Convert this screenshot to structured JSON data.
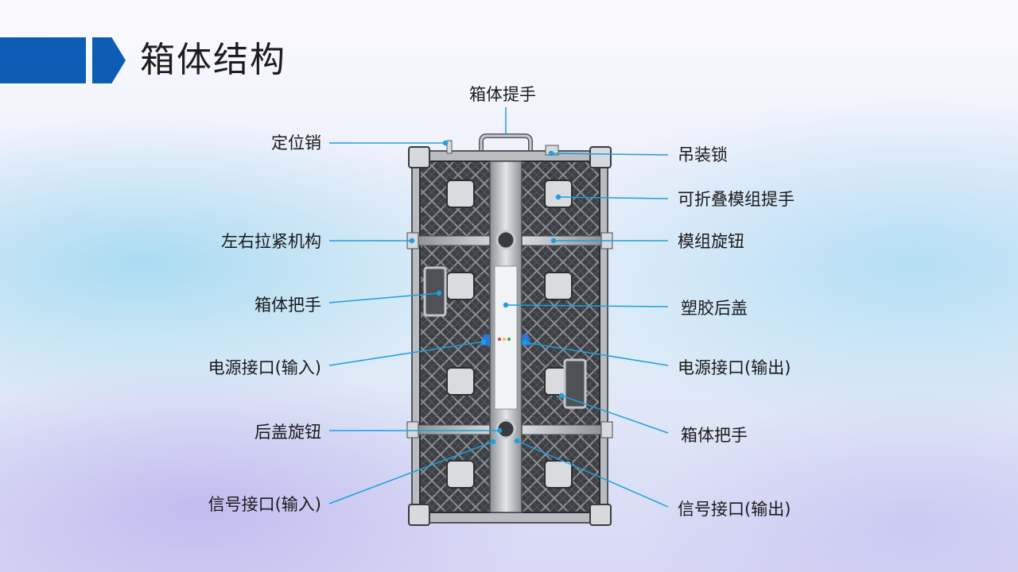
{
  "header": {
    "title": "箱体结构"
  },
  "labels": {
    "top": "箱体提手",
    "left": [
      "定位销",
      "左右拉紧机构",
      "箱体把手",
      "电源接口(输入)",
      "后盖旋钮",
      "信号接口(输入)"
    ],
    "right": [
      "吊装锁",
      "可折叠模组提手",
      "模组旋钮",
      "塑胶后盖",
      "电源接口(输出)",
      "箱体把手",
      "信号接口(输出)"
    ]
  },
  "colors": {
    "accent": "#0d5db4",
    "leader": "#1ea0dc"
  }
}
